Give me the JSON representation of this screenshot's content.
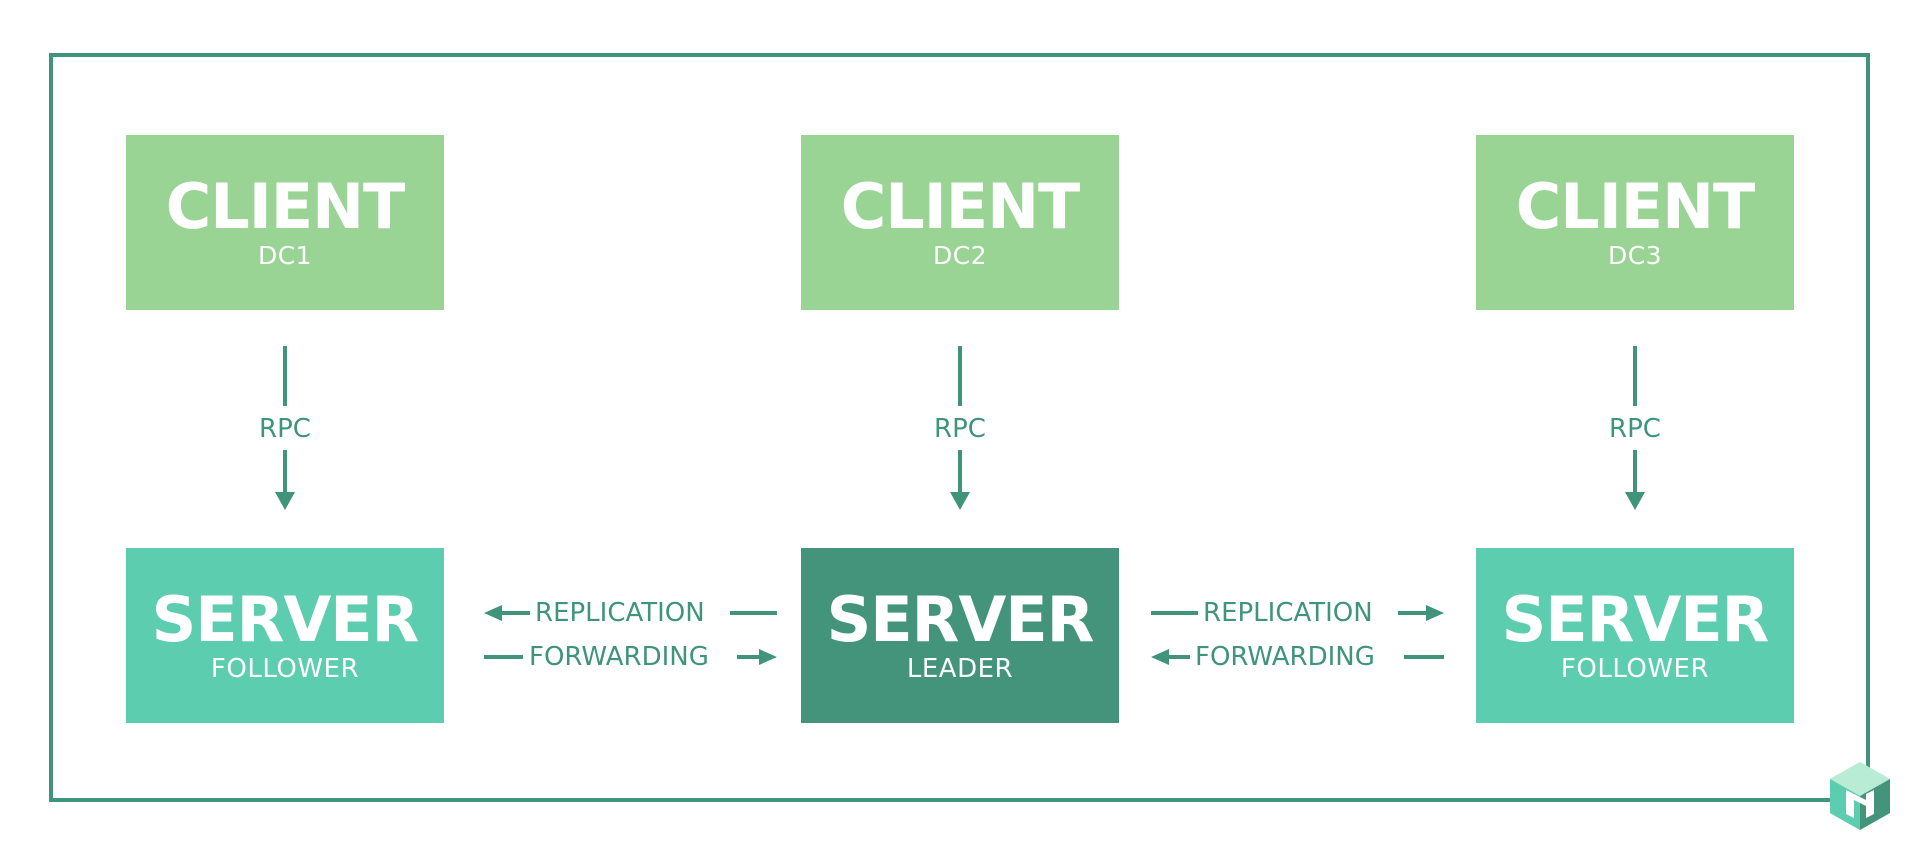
{
  "colors": {
    "border": "#3f947b",
    "client": "#99d495",
    "follower": "#5ccdae",
    "leader": "#43947b",
    "text_accent": "#3f947b"
  },
  "clients": [
    {
      "title": "CLIENT",
      "subtitle": "DC1"
    },
    {
      "title": "CLIENT",
      "subtitle": "DC2"
    },
    {
      "title": "CLIENT",
      "subtitle": "DC3"
    }
  ],
  "servers": [
    {
      "title": "SERVER",
      "subtitle": "FOLLOWER"
    },
    {
      "title": "SERVER",
      "subtitle": "LEADER"
    },
    {
      "title": "SERVER",
      "subtitle": "FOLLOWER"
    }
  ],
  "rpc_label": "RPC",
  "left_link": {
    "top": "REPLICATION",
    "bottom": "FORWARDING"
  },
  "right_link": {
    "top": "REPLICATION",
    "bottom": "FORWARDING"
  },
  "logo_icon": "hexagon-logo-icon"
}
